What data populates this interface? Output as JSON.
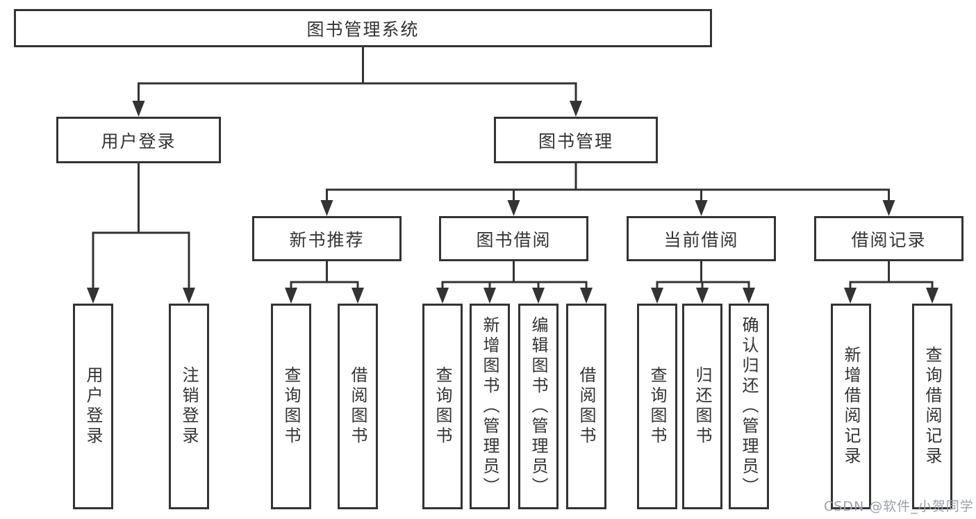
{
  "diagram_title": "图书管理系统",
  "tree": {
    "root": "图书管理系统",
    "branches": [
      {
        "label": "用户登录",
        "children": [
          "用户登录",
          "注销登录"
        ]
      },
      {
        "label": "图书管理",
        "groups": [
          {
            "label": "新书推荐",
            "children": [
              "查询图书",
              "借阅图书"
            ]
          },
          {
            "label": "图书借阅",
            "children": [
              "查询图书",
              "新增图书（管理员）",
              "编辑图书（管理员）",
              "借阅图书"
            ]
          },
          {
            "label": "当前借阅",
            "children": [
              "查询图书",
              "归还图书",
              "确认归还（管理员）"
            ]
          },
          {
            "label": "借阅记录",
            "children": [
              "新增借阅记录",
              "查询借阅记录"
            ]
          }
        ]
      }
    ]
  },
  "watermark": {
    "text": "CSDN @软件_小贺同学",
    "color": "#9aa0aa"
  },
  "colors": {
    "line": "#333333",
    "background": "#ffffff"
  }
}
